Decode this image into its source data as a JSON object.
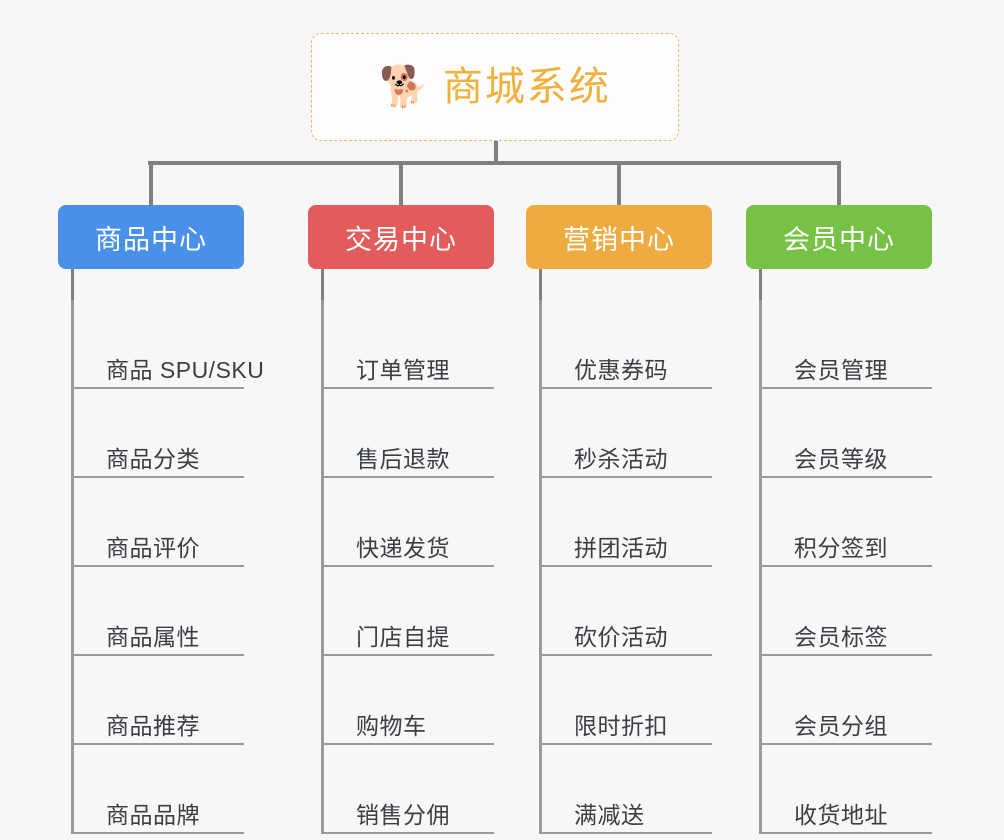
{
  "root": {
    "icon": "shiba-dog-emoji",
    "emoji": "🐕",
    "title": "商城系统",
    "border_color": "#e8b964",
    "text_color": "#f0b03c"
  },
  "columns": [
    {
      "title": "商品中心",
      "color": "#4a90e8",
      "items": [
        "商品 SPU/SKU",
        "商品分类",
        "商品评价",
        "商品属性",
        "商品推荐",
        "商品品牌"
      ]
    },
    {
      "title": "交易中心",
      "color": "#e25c5c",
      "items": [
        "订单管理",
        "售后退款",
        "快递发货",
        "门店自提",
        "购物车",
        "销售分佣"
      ]
    },
    {
      "title": "营销中心",
      "color": "#eeab42",
      "items": [
        "优惠券码",
        "秒杀活动",
        "拼团活动",
        "砍价活动",
        "限时折扣",
        "满减送"
      ]
    },
    {
      "title": "会员中心",
      "color": "#76c244",
      "items": [
        "会员管理",
        "会员等级",
        "积分签到",
        "会员标签",
        "会员分组",
        "收货地址"
      ]
    }
  ]
}
